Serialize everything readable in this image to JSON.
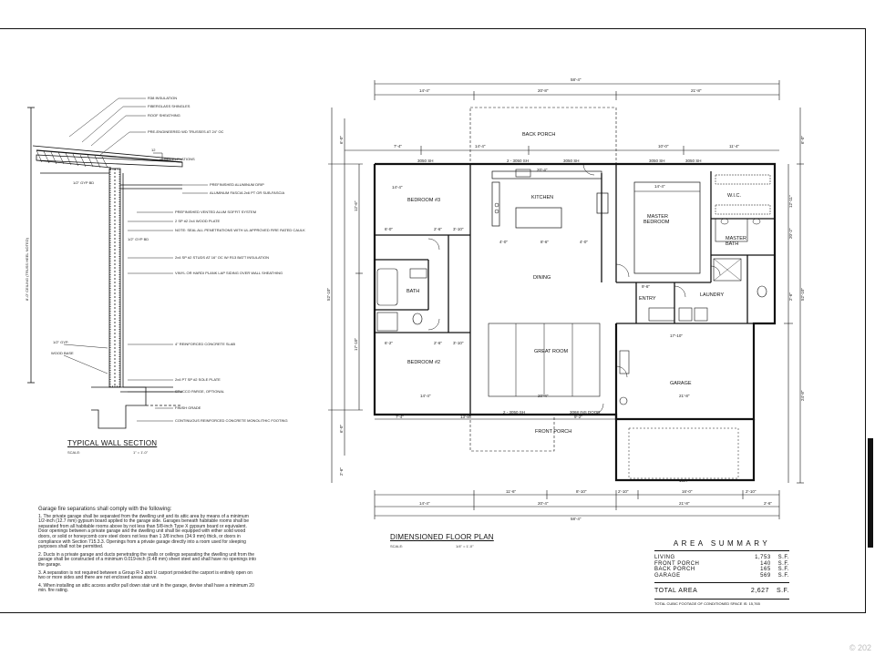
{
  "wall_section": {
    "heading": "TYPICAL WALL SECTION",
    "scale_label": "SCALE:",
    "scale_value": "1\" = 1'-0\"",
    "callouts": {
      "r38": "R38 INSULATION",
      "shingles": "FIBERGLASS SHINGLES",
      "sheathing": "ROOF SHEATHING",
      "trusses": "PRE-ENGINEERED WD TRUSSES AT 24\" OC",
      "pitch": "12",
      "elevations": "SEE ELEVATIONS",
      "drip": "PREFINISHED ALUMINUM DRIP",
      "fascia": "ALUMINUM FASCIA 2x6 PT OR SUB-FASCIA",
      "soffit": "PREFINISHED VENTED ALUM SOFFIT SYSTEM",
      "plate": "2 SP #2 2x4 WOOD PLATE",
      "penetrations": "NOTE: SEAL ALL PENETRATIONS WITH UL APPROVED FIRE RATED CAULK",
      "gyp": "1/2\" GYP BD",
      "studs": "2x4 SP #2 STUDS AT 16\" OC W/ R13 BATT INSULATION",
      "vinyl": "VINYL OR HARDI PLANK LAP SIDING OVER WALL SHEATHING",
      "slab": "4\" REINFORCED CONCRETE SLAB",
      "sill": "2x4 PT SP #2 SOLE PLATE",
      "stucco": "STUCCO PARGE, OPTIONAL",
      "grade": "FINISH GRADE",
      "footing": "CONTINUOUS REINFORCED CONCRETE MONOLITHIC FOOTING",
      "gyp_wall": "1/2\" GYP.",
      "wood_base": "WOOD BASE",
      "left_vertical": "8'-0\" CEILING (TRUSS HEEL NOTED)"
    }
  },
  "garage_notes": {
    "title": "Garage fire separations shall comply with the following:",
    "items": [
      "1. The private garage shall be separated from the dwelling unit and its attic area by means of a minimum 1/2-inch (12.7 mm) gypsum board applied to the garage side. Garages beneath habitable rooms shall be separated from all habitable rooms above by not less than 5/8-inch Type X gypsum board or equivalent. Door openings between a private garage and the dwelling unit shall be equipped with either solid wood doors, or solid or honeycomb core steel doors not less than 1 3/8 inches (34.9 mm) thick, or doors in compliance with Section 715.3.3. Openings from a private garage directly into a room used for sleeping purposes shall not be permitted.",
      "2. Ducts in a private garage and ducts penetrating the walls or ceilings separating the dwelling unit from the garage shall be constructed of a minimum 0.019-inch (0.48 mm) sheet steel and shall have no openings into the garage.",
      "3. A separation is not required between a Group R-3 and U carport provided the carport is entirely open on two or more sides and there are not enclosed areas above.",
      "4. When installing an attic access and/or pull down stair unit in the garage, devise shall have a minimum 20 min. fire rating."
    ]
  },
  "floor_plan": {
    "heading": "DIMENSIONED FLOOR PLAN",
    "scale_label": "SCALE:",
    "scale_value": "1/4\" = 1'-0\"",
    "rooms": {
      "back_porch": "BACK PORCH",
      "kitchen": "KITCHEN",
      "bedroom3": "BEDROOM #3",
      "bath": "BATH",
      "dining": "DINING",
      "master_bedroom_1": "MASTER",
      "master_bedroom_2": "BEDROOM",
      "wic": "W.I.C.",
      "master_bath_1": "MASTER",
      "master_bath_2": "BATH",
      "entry": "ENTRY",
      "laundry": "LAUNDRY",
      "great_room": "GREAT ROOM",
      "bedroom2": "BEDROOM #2",
      "garage": "GARAGE",
      "front_porch": "FRONT PORCH"
    },
    "dimensions": {
      "overall_top": "58'-4\"",
      "top_1": "14'-4\"",
      "top_2": "20'-8\"",
      "top_3": "21'-8\"",
      "row2_1": "7'-4\"",
      "row2_2": "14'-4\"",
      "row2_3": "10'-0\"",
      "row2_4": "11'-4\"",
      "bp_width": "20'-4\"",
      "bed3_w": "14'-4\"",
      "mb_w": "14'-4\"",
      "bed2_w": "14'-4\"",
      "gr_w": "20'-4\"",
      "garage_w": "21'-8\"",
      "k1": "4'-0\"",
      "k2": "8'-6\"",
      "k3": "4'-0\"",
      "b1": "6'-0\"",
      "b2": "2'-6\"",
      "b3": "3'-10\"",
      "b4": "6'-2\"",
      "b5": "2'-6\"",
      "b6": "3'-10\"",
      "entry_w": "9'-6\"",
      "laundry_w": "17'-10\"",
      "bot_1": "7'-4\"",
      "bot_2": "13'-8\"",
      "bot_3": "9'-2\"",
      "bot_4": "11'-6\"",
      "bot_5": "8'-10\"",
      "bot_6": "2'-10\"",
      "bot_7": "16'-0\"",
      "bot_8": "2'-10\"",
      "bot_9": "14'-4\"",
      "bot_10": "20'-4\"",
      "bot_11": "21'-8\"",
      "bot_12": "2'-6\"",
      "overall_bot": "58'-4\"",
      "left_1": "6'-0\"",
      "left_2": "12'-6\"",
      "left_3": "17'-10\"",
      "left_4": "52'-10\"",
      "left_5": "6'-0\"",
      "left_6": "2'-6\"",
      "right_1": "6'-0\"",
      "right_2": "52'-10\"",
      "right_3": "24'-8\"",
      "right_4": "12'-11\"",
      "right_5": "20'-2\"",
      "right_6": "2'-6\"",
      "window_3050": "3050 SH",
      "window_2050": "2 - 3050 SH",
      "door_front": "3068 INS DOOR",
      "garage_door": "16x7"
    }
  },
  "area_summary": {
    "title": "AREA SUMMARY",
    "rows": [
      {
        "label": "LIVING",
        "value": "1,753",
        "unit": "S.F."
      },
      {
        "label": "FRONT PORCH",
        "value": "140",
        "unit": "S.F."
      },
      {
        "label": "BACK PORCH",
        "value": "165",
        "unit": "S.F."
      },
      {
        "label": "GARAGE",
        "value": "569",
        "unit": "S.F."
      }
    ],
    "total_label": "TOTAL AREA",
    "total_value": "2,627",
    "total_unit": "S.F.",
    "footnote": "TOTAL CUBIC FOOTAGE OF CONDITIONED SPACE IS: 15,765"
  },
  "watermark": "© 202"
}
